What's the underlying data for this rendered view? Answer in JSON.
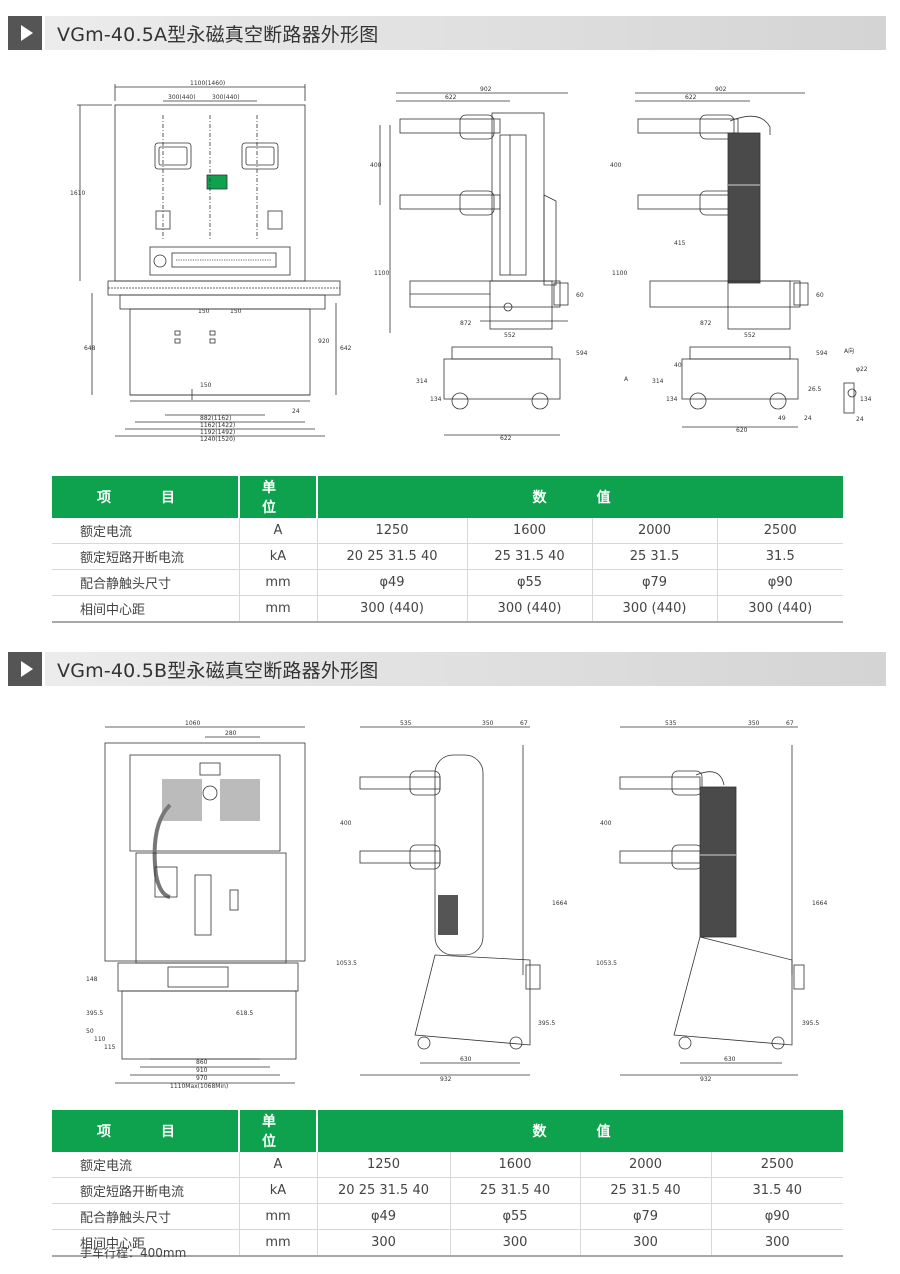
{
  "section_a": {
    "title": "VGm-40.5A型永磁真空断路器外形图",
    "dims": {
      "front_top": "1100(1460)",
      "front_phase_left": "300(440)",
      "front_phase_right": "300(440)",
      "front_height": "1610",
      "front_648": "648",
      "front_642": "642",
      "front_920": "920",
      "front_150a": "150",
      "front_150b": "150",
      "front_150c": "150",
      "front_24": "24",
      "front_b1": "882(1162)",
      "front_b2": "1162(1422)",
      "front_b3": "1192(1492)",
      "front_b4": "1240(1520)",
      "side_902": "902",
      "side_622": "622",
      "side_400": "400",
      "side_1100": "1100",
      "side_872": "872",
      "side_552": "552",
      "side_60": "60",
      "side_594": "594",
      "side_314": "314",
      "side_134": "134",
      "side_622b": "622",
      "r_902": "902",
      "r_622": "622",
      "r_400": "400",
      "r_415": "415",
      "r_1100": "1100",
      "r_872": "872",
      "r_552": "552",
      "r_60": "60",
      "r_594": "594",
      "r_40": "40",
      "r_314": "314",
      "r_134": "134",
      "r_49": "49",
      "r_620": "620",
      "r_24": "24",
      "r_265": "26.5",
      "r_a": "A",
      "detail_label": "A向",
      "detail_phi": "φ22",
      "detail_134": "134",
      "detail_24": "24"
    },
    "table": {
      "headers": [
        "项　目",
        "单 位",
        "数　值"
      ],
      "rows": [
        {
          "item": "额定电流",
          "unit": "A",
          "values": [
            "1250",
            "1600",
            "2000",
            "2500"
          ]
        },
        {
          "item": "额定短路开断电流",
          "unit": "kA",
          "values": [
            "20   25   31.5   40",
            "25   31.5   40",
            "25   31.5",
            "31.5"
          ]
        },
        {
          "item": "配合静触头尺寸",
          "unit": "mm",
          "values": [
            "φ49",
            "φ55",
            "φ79",
            "φ90"
          ]
        },
        {
          "item": "相间中心距",
          "unit": "mm",
          "values": [
            "300 (440)",
            "300 (440)",
            "300 (440)",
            "300 (440)"
          ]
        }
      ]
    }
  },
  "section_b": {
    "title": "VGm-40.5B型永磁真空断路器外形图",
    "dims": {
      "front_1060": "1060",
      "front_280": "280",
      "front_395": "395.5",
      "front_148": "148",
      "front_50": "50",
      "front_110": "110",
      "front_115": "115",
      "front_618": "618.5",
      "front_860": "860",
      "front_910": "910",
      "front_970": "970",
      "front_1110": "1110Max(1068Min)",
      "side_535": "535",
      "side_350": "350",
      "side_67": "67",
      "side_400": "400",
      "side_1664": "1664",
      "side_10535": "1053.5",
      "side_3955": "395.5",
      "side_630": "630",
      "side_932": "932",
      "r_535": "535",
      "r_350": "350",
      "r_67": "67",
      "r_400": "400",
      "r_1664": "1664",
      "r_10535": "1053.5",
      "r_3955": "395.5",
      "r_630": "630",
      "r_932": "932"
    },
    "table": {
      "headers": [
        "项　目",
        "单 位",
        "数　值"
      ],
      "rows": [
        {
          "item": "额定电流",
          "unit": "A",
          "values": [
            "1250",
            "1600",
            "2000",
            "2500"
          ]
        },
        {
          "item": "额定短路开断电流",
          "unit": "kA",
          "values": [
            "20   25   31.5   40",
            "25   31.5   40",
            "25   31.5   40",
            "31.5   40"
          ]
        },
        {
          "item": "配合静触头尺寸",
          "unit": "mm",
          "values": [
            "φ49",
            "φ55",
            "φ79",
            "φ90"
          ]
        },
        {
          "item": "相间中心距",
          "unit": "mm",
          "values": [
            "300",
            "300",
            "300",
            "300"
          ]
        }
      ]
    },
    "note": "手车行程：400mm"
  },
  "colors": {
    "header_green": "#0ea24f",
    "header_bar": "#dddddd",
    "marker": "#555555"
  }
}
